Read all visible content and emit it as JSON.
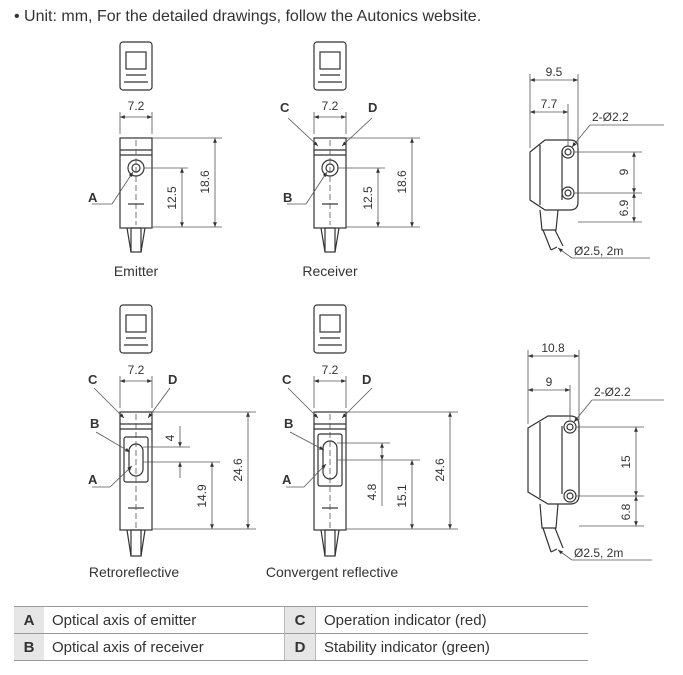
{
  "header_text": "• Unit: mm, For the detailed drawings, follow the Autonics website.",
  "colors": {
    "line": "#333333",
    "dim_line": "#555555",
    "legend_key_bg": "#e6e6e6"
  },
  "views": {
    "emitter": {
      "caption": "Emitter",
      "width": "7.2",
      "height_total": "18.6",
      "height_axis": "12.5",
      "label_a": "A"
    },
    "receiver": {
      "caption": "Receiver",
      "width": "7.2",
      "height_total": "18.6",
      "height_axis": "12.5",
      "label_b": "B",
      "label_c": "C",
      "label_d": "D"
    },
    "side_top": {
      "depth_total": "9.5",
      "depth_inner": "7.7",
      "holes": "2-Ø2.2",
      "hole_pitch": "9",
      "hole_bottom": "6.9",
      "cable": "Ø2.5, 2m"
    },
    "retroreflective": {
      "caption": "Retroreflective",
      "width": "7.2",
      "height_total": "24.6",
      "height_lower": "14.9",
      "spacing": "4",
      "label_a": "A",
      "label_b": "B",
      "label_c": "C",
      "label_d": "D"
    },
    "convergent": {
      "caption": "Convergent reflective",
      "width": "7.2",
      "height_total": "24.6",
      "height_lower": "15.1",
      "spacing": "4.8",
      "label_a": "A",
      "label_b": "B",
      "label_c": "C",
      "label_d": "D"
    },
    "side_bottom": {
      "depth_total": "10.8",
      "depth_inner": "9",
      "holes": "2-Ø2.2",
      "hole_pitch": "15",
      "hole_bottom": "6.8",
      "cable": "Ø2.5, 2m"
    }
  },
  "legend": [
    {
      "key1": "A",
      "desc1": "Optical axis of emitter",
      "key2": "C",
      "desc2": "Operation indicator (red)"
    },
    {
      "key1": "B",
      "desc1": "Optical axis of receiver",
      "key2": "D",
      "desc2": "Stability indicator (green)"
    }
  ]
}
